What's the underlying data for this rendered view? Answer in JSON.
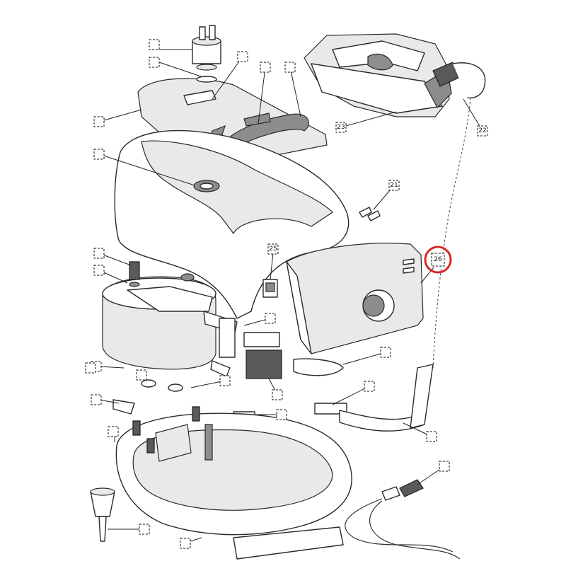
{
  "callouts": [
    {
      "id": "c1",
      "label": ""
    },
    {
      "id": "c2",
      "label": ""
    },
    {
      "id": "c3",
      "label": ""
    },
    {
      "id": "c4",
      "label": ""
    },
    {
      "id": "c5",
      "label": ""
    },
    {
      "id": "c6",
      "label": ""
    },
    {
      "id": "c7",
      "label": ""
    },
    {
      "id": "c8",
      "label": ""
    },
    {
      "id": "c9",
      "label": ""
    },
    {
      "id": "c10",
      "label": ""
    },
    {
      "id": "c11",
      "label": ""
    },
    {
      "id": "c12",
      "label": ""
    },
    {
      "id": "c13",
      "label": ""
    },
    {
      "id": "c14",
      "label": ""
    },
    {
      "id": "c15",
      "label": ""
    },
    {
      "id": "c16",
      "label": ""
    },
    {
      "id": "c17",
      "label": ""
    },
    {
      "id": "c18",
      "label": ""
    },
    {
      "id": "c19",
      "label": ""
    },
    {
      "id": "c20",
      "label": ""
    },
    {
      "id": "c21",
      "label": "21"
    },
    {
      "id": "c22",
      "label": "22"
    },
    {
      "id": "c23",
      "label": "23"
    },
    {
      "id": "c24",
      "label": ""
    },
    {
      "id": "c25",
      "label": "25"
    },
    {
      "id": "c26",
      "label": "26"
    },
    {
      "id": "c27",
      "label": ""
    },
    {
      "id": "c28",
      "label": ""
    },
    {
      "id": "c29",
      "label": ""
    }
  ],
  "highlight": {
    "callout": "c26",
    "color": "#d42a2a"
  },
  "colors": {
    "line": "#2a2a2a",
    "fill": "#ffffff",
    "shade": "#8d8d8d",
    "dark": "#5a5a5a"
  }
}
